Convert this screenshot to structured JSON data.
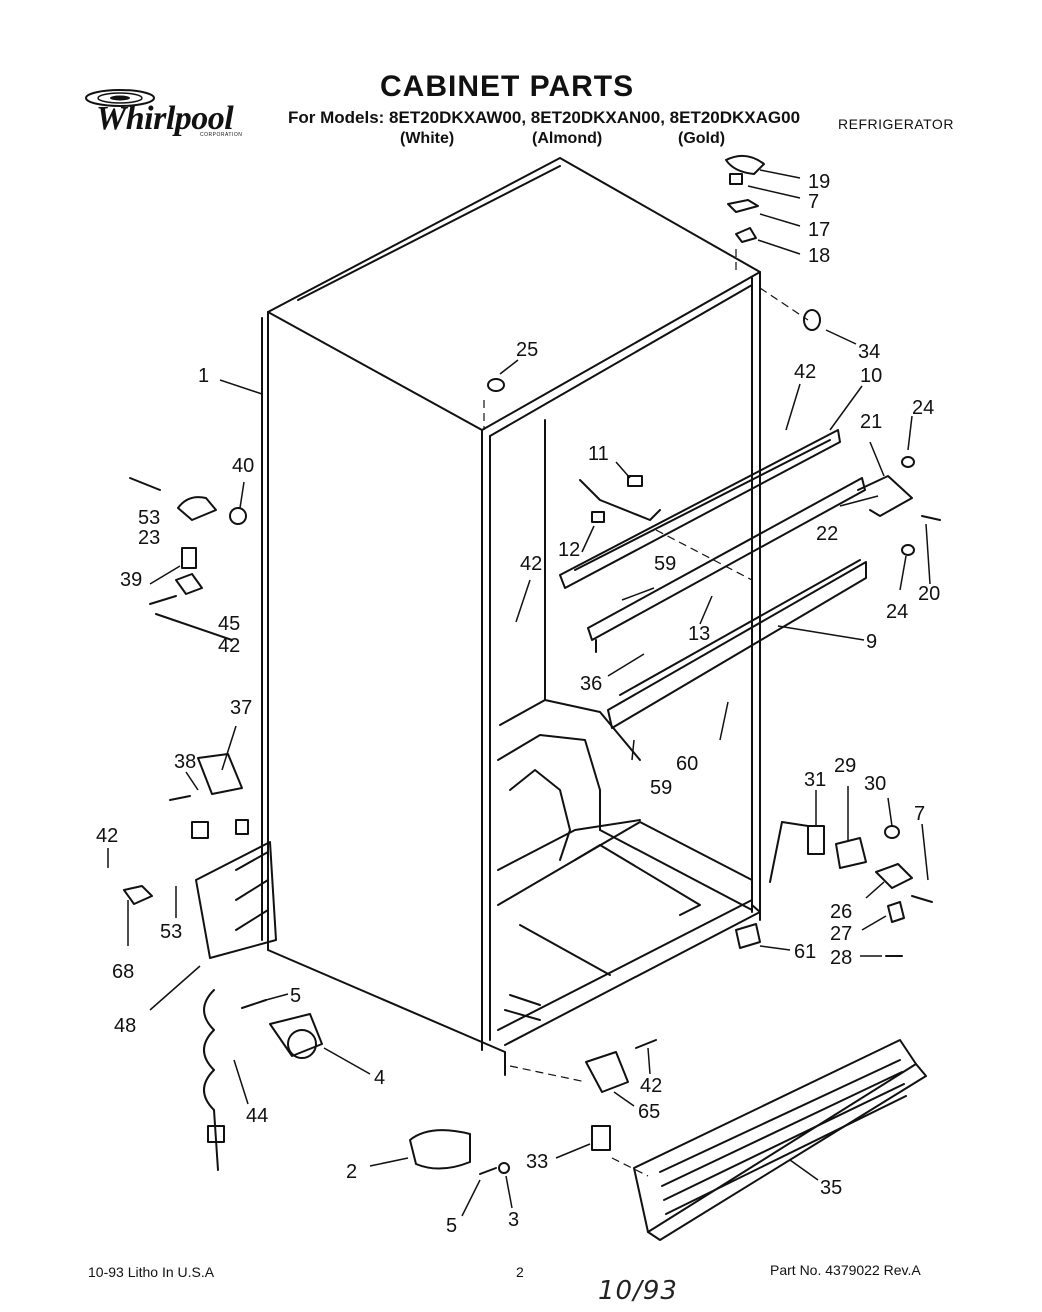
{
  "header": {
    "title": "CABINET PARTS",
    "models_line": "For Models: 8ET20DKXAW00, 8ET20DKXAN00, 8ET20DKXAG00",
    "color_white": "(White)",
    "color_almond": "(Almond)",
    "color_gold": "(Gold)",
    "category": "REFRIGERATOR"
  },
  "logo": {
    "word": "Whirlpool",
    "corporation": "CORPORATION"
  },
  "footer": {
    "litho": "10-93 Litho In U.S.A",
    "page": "2",
    "part_number": "Part No. 4379022 Rev.A",
    "handwritten_date": "10/93"
  },
  "callouts": [
    "19",
    "7",
    "17",
    "18",
    "34",
    "25",
    "42",
    "10",
    "1",
    "24",
    "21",
    "11",
    "40",
    "53",
    "23",
    "22",
    "12",
    "20",
    "24",
    "59",
    "39",
    "42",
    "45",
    "42",
    "13",
    "9",
    "36",
    "37",
    "60",
    "59",
    "38",
    "31",
    "29",
    "30",
    "7",
    "42",
    "26",
    "27",
    "28",
    "53",
    "68",
    "61",
    "48",
    "5",
    "4",
    "44",
    "42",
    "65",
    "2",
    "33",
    "35",
    "5",
    "3"
  ]
}
